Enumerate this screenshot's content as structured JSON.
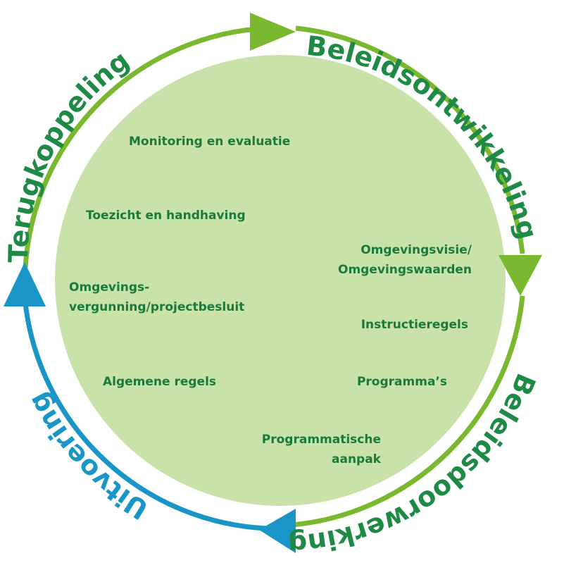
{
  "colors": {
    "arc_green": "#7ab92f",
    "arc_blue": "#1a95c8",
    "label_green": "#1e8a45",
    "label_blue": "#1a95c8",
    "inner_circle": "#c8e2a9",
    "inner_text": "#1a7a3a"
  },
  "cycle": {
    "stages": [
      {
        "id": "beleidsontwikkeling",
        "label": "Beleidsontwikkeling",
        "color": "#1e8a45"
      },
      {
        "id": "beleidsdoorwerking",
        "label": "Beleidsdoorwerking",
        "color": "#1e8a45"
      },
      {
        "id": "uitvoering",
        "label": "Uitvoering",
        "color": "#1a95c8"
      },
      {
        "id": "terugkoppeling",
        "label": "Terugkoppeling",
        "color": "#1e8a45"
      }
    ]
  },
  "center": {
    "monitoring": "Monitoring en evaluatie",
    "toezicht": "Toezicht en handhaving",
    "omgevingsvisie": [
      "Omgevingsvisie/",
      "Omgevingswaarden"
    ],
    "vergunning": [
      "Omgevings-",
      "vergunning/projectbesluit"
    ],
    "instructieregels": "Instructieregels",
    "algemene_regels": "Algemene regels",
    "programmas": "Programma’s",
    "programmatische": [
      "Programmatische",
      "aanpak"
    ]
  }
}
